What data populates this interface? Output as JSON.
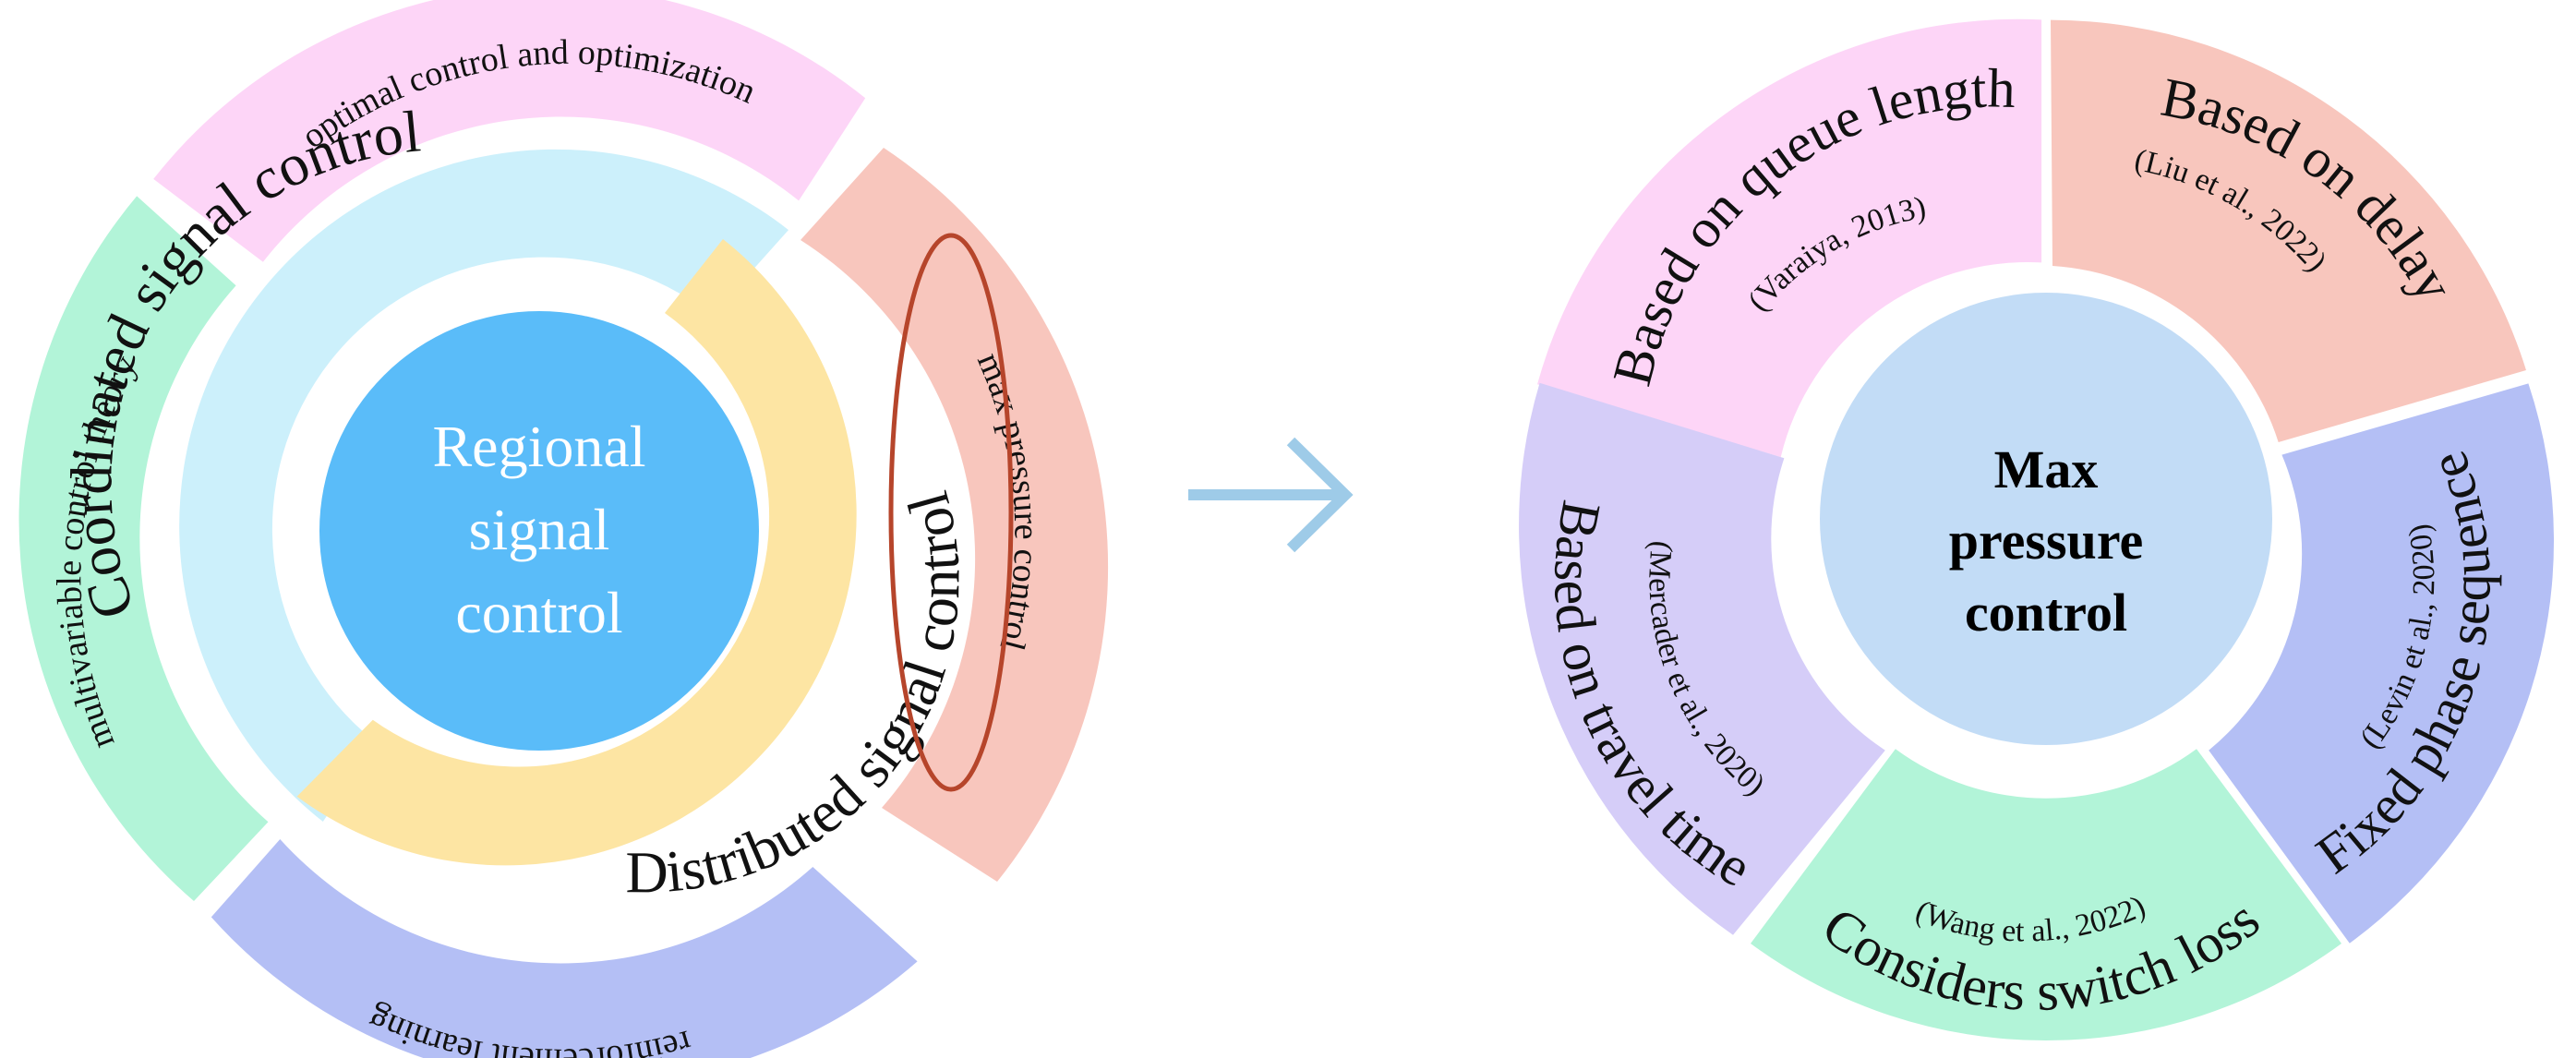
{
  "colors": {
    "pink": "#fdd5f7",
    "salmon": "#f8c6bd",
    "green": "#b2f4d8",
    "blue_violet": "#b4bff5",
    "lavender": "#d5cdf8",
    "light_cyan": "#ccf0fb",
    "yellow": "#fde5a3",
    "center_left": "#5abcf9",
    "center_right": "#c2dcf6",
    "ellipse": "#b6452b",
    "arrow": "#9ecbe8"
  },
  "left": {
    "center_lines": [
      "Regional",
      "signal",
      "control"
    ],
    "middle": {
      "coordinated": "Coordinated signal control",
      "distributed": "Distributed signal control"
    },
    "outer": {
      "optimal": "optimal control and optimization",
      "multivariable": "multivariable control theory",
      "reinforcement": "reinforcement learning",
      "max_pressure": "max  pressure control"
    }
  },
  "arrow_icon": "right-arrow-icon",
  "right": {
    "center_lines": [
      "Max",
      "pressure",
      "control"
    ],
    "segments": {
      "queue": {
        "title": "Based on queue length",
        "cite": "(Varaiya, 2013)"
      },
      "delay": {
        "title": "Based on delay",
        "cite": "(Liu et al., 2022)"
      },
      "fixed": {
        "title": "Fixed phase sequence",
        "cite": "(Levin et al., 2020)"
      },
      "switch": {
        "title": "Considers switch loss",
        "cite": "(Wang et al., 2022)"
      },
      "travel": {
        "title": "Based on travel time",
        "cite": "(Mercader et al., 2020)"
      }
    }
  }
}
